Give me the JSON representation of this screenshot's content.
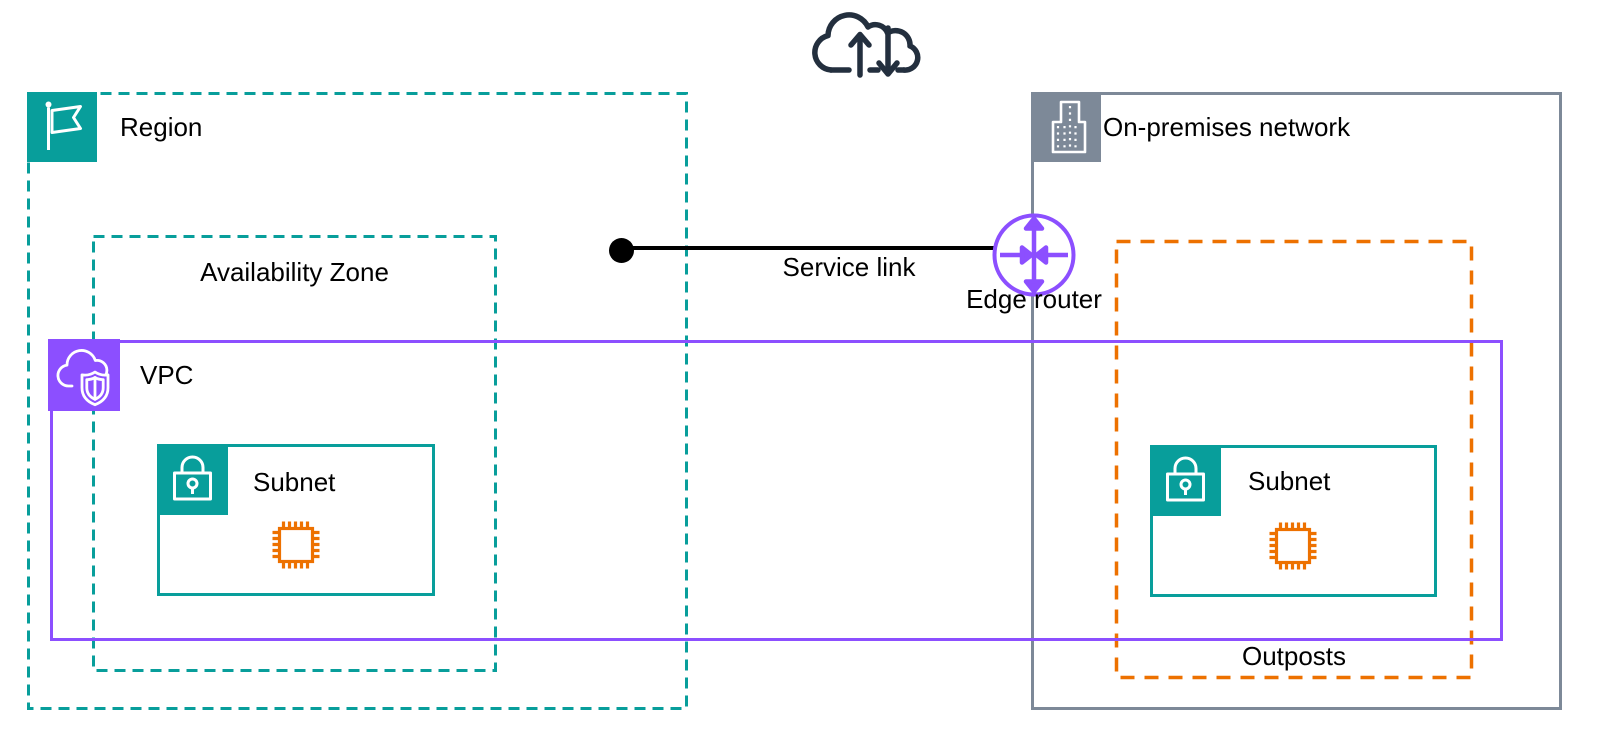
{
  "labels": {
    "region": "Region",
    "availability_zone": "Availability Zone",
    "vpc": "VPC",
    "subnet_left": "Subnet",
    "subnet_right": "Subnet",
    "on_premises": "On-premises network",
    "outposts": "Outposts",
    "service_link": "Service link",
    "edge_router": "Edge router"
  },
  "icons": {
    "internet": "cloud-up-down-arrows-icon",
    "region": "flag-icon",
    "vpc": "cloud-shield-icon",
    "subnet": "lock-icon",
    "on_premises": "building-icon",
    "instance": "chip-icon",
    "edge_router": "router-arrows-icon"
  },
  "colors": {
    "teal": "#089E9B",
    "purple": "#8C4FFF",
    "orange": "#ED7100",
    "gray": "#7D8998",
    "navy": "#232F3E",
    "black": "#000000"
  }
}
